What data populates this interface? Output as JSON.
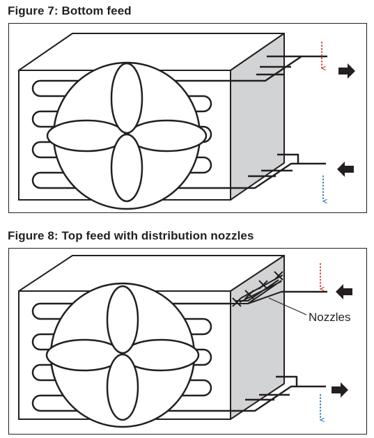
{
  "figure7": {
    "title": "Figure 7: Bottom feed"
  },
  "figure8": {
    "title": "Figure 8: Top feed with distribution nozzles",
    "nozzle_label": "Nozzles"
  },
  "colors": {
    "line": "#231f20",
    "box_side": "#d1d3d4",
    "red_arrow": "#d7403a",
    "blue_arrow": "#2e7bbf"
  }
}
